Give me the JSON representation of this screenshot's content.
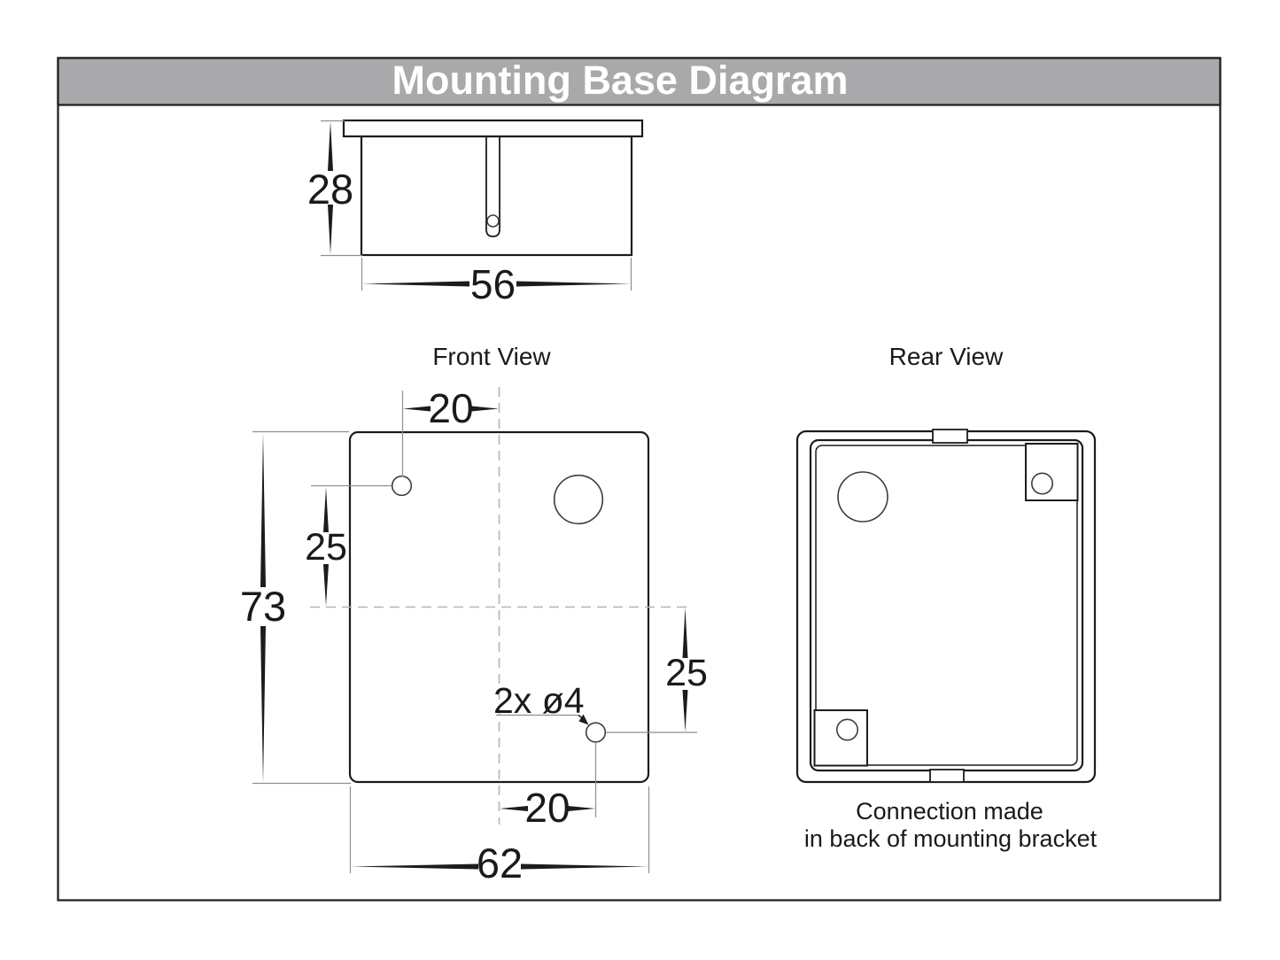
{
  "title": "Mounting Base Diagram",
  "colors": {
    "header_bg": "#a9a9ab",
    "header_text": "#ffffff",
    "line": "#1c1c1c"
  },
  "side_view": {
    "height_dim": "28",
    "width_dim": "56"
  },
  "front_view": {
    "label": "Front View",
    "dim_top_offset": "20",
    "dim_left_offset": "25",
    "dim_height": "73",
    "dim_right_offset": "25",
    "dim_bottom_offset": "20",
    "dim_width": "62",
    "holes_label": "2x ø4"
  },
  "rear_view": {
    "label": "Rear View",
    "caption_line1": "Connection made",
    "caption_line2": "in back of mounting bracket"
  }
}
